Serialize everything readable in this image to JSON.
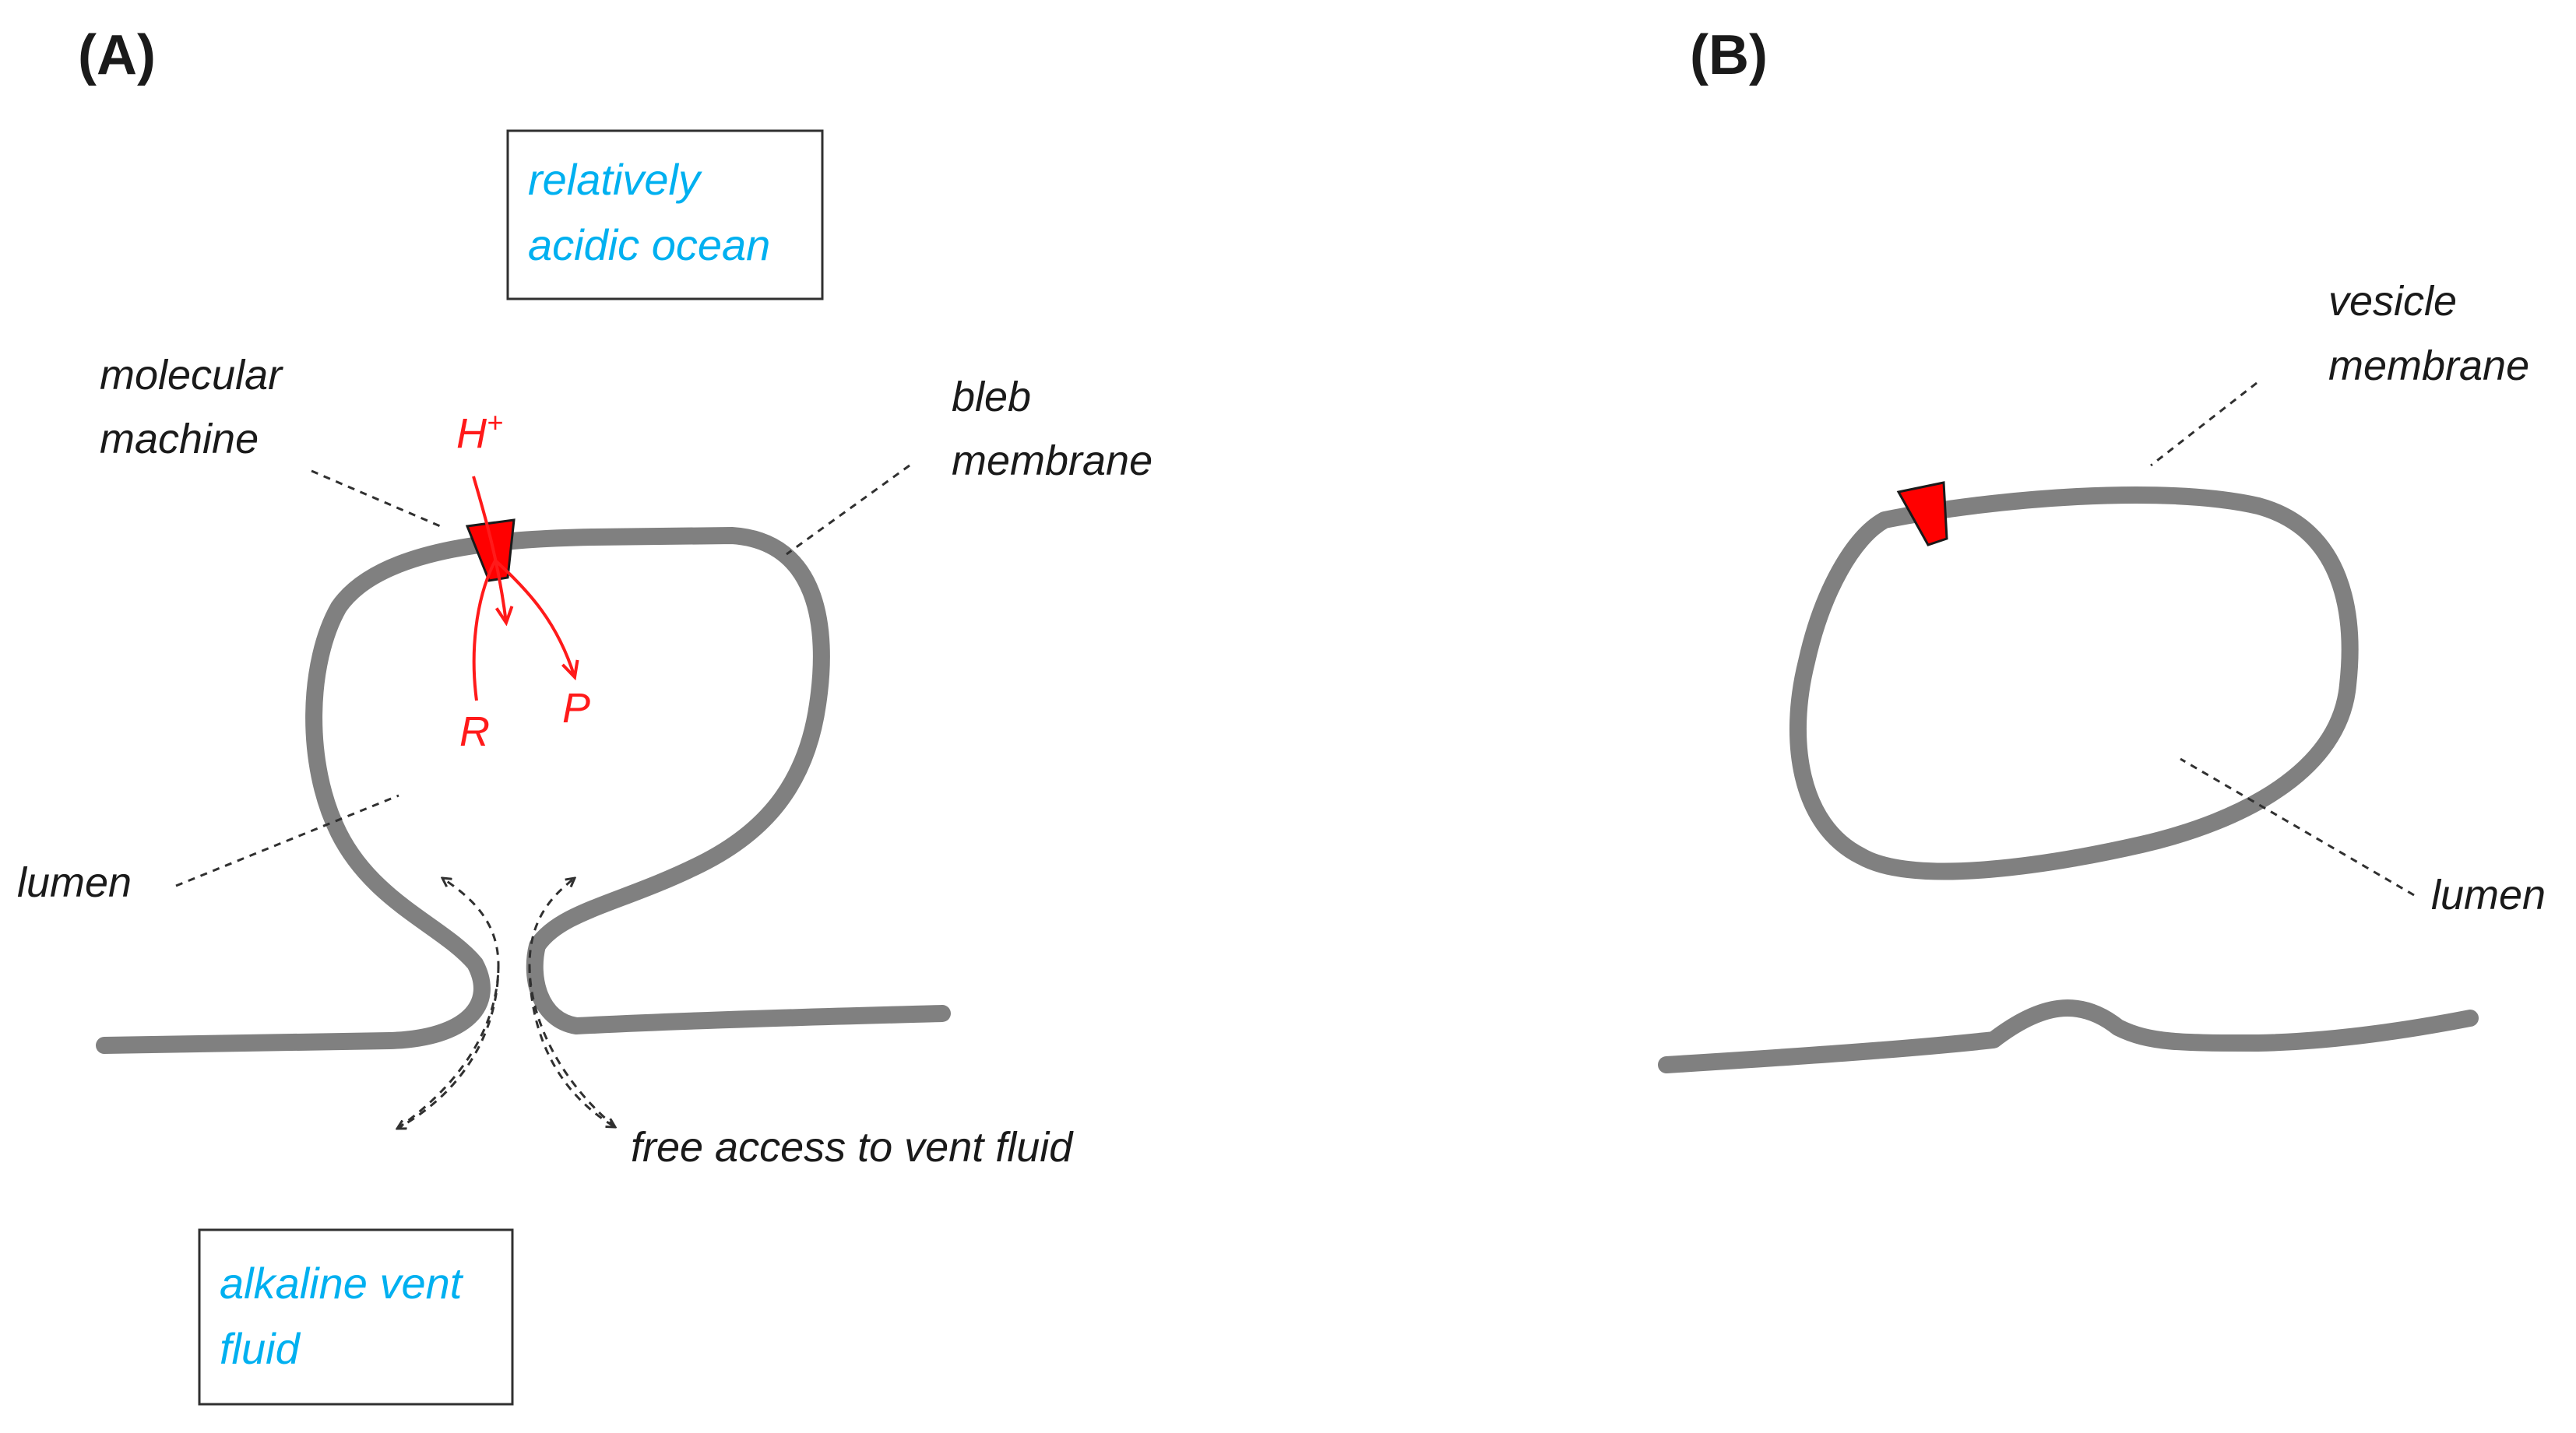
{
  "colors": {
    "membrane": "#808080",
    "machine": "#ff0000",
    "reaction": "#ff1a1a",
    "environment_text": "#00b0f0",
    "label_text": "#1a1a1a"
  },
  "panel_a": {
    "label": "(A)",
    "ocean_box": {
      "line1": "relatively",
      "line2": "acidic ocean"
    },
    "vent_box": {
      "line1": "alkaline vent",
      "line2": "fluid"
    },
    "molecular_machine": {
      "line1": "molecular",
      "line2": "machine"
    },
    "bleb_membrane": {
      "line1": "bleb",
      "line2": "membrane"
    },
    "lumen": "lumen",
    "proton": "H",
    "proton_charge": "+",
    "reactant": "R",
    "product": "P",
    "free_access": "free access to vent fluid"
  },
  "panel_b": {
    "label": "(B)",
    "vesicle_membrane": {
      "line1": "vesicle",
      "line2": "membrane"
    },
    "lumen": "lumen"
  }
}
